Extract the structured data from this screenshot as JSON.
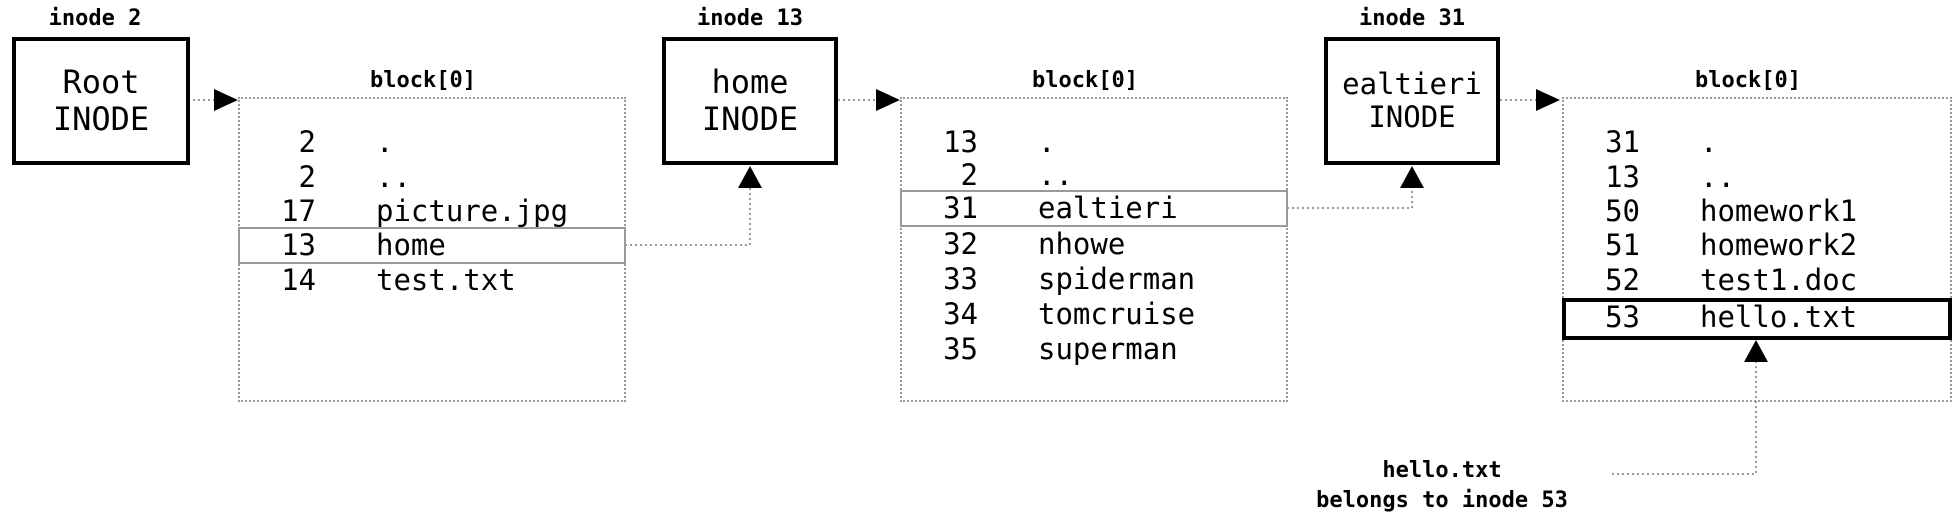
{
  "inodes": [
    {
      "label": "inode 2",
      "line1": "Root",
      "line2": "INODE"
    },
    {
      "label": "inode 13",
      "line1": "home",
      "line2": "INODE"
    },
    {
      "label": "inode 31",
      "line1": "ealtieri",
      "line2": "INODE"
    }
  ],
  "blocks": [
    {
      "label": "block[0]",
      "entries": [
        {
          "num": "2",
          "name": "."
        },
        {
          "num": "2",
          "name": ".."
        },
        {
          "num": "17",
          "name": "picture.jpg"
        },
        {
          "num": "13",
          "name": "home"
        },
        {
          "num": "14",
          "name": "test.txt"
        }
      ]
    },
    {
      "label": "block[0]",
      "entries": [
        {
          "num": "13",
          "name": "."
        },
        {
          "num": "2",
          "name": ".."
        },
        {
          "num": "31",
          "name": "ealtieri"
        },
        {
          "num": "32",
          "name": "nhowe"
        },
        {
          "num": "33",
          "name": "spiderman"
        },
        {
          "num": "34",
          "name": "tomcruise"
        },
        {
          "num": "35",
          "name": "superman"
        }
      ]
    },
    {
      "label": "block[0]",
      "entries": [
        {
          "num": "31",
          "name": "."
        },
        {
          "num": "13",
          "name": ".."
        },
        {
          "num": "50",
          "name": "homework1"
        },
        {
          "num": "51",
          "name": "homework2"
        },
        {
          "num": "52",
          "name": "test1.doc"
        },
        {
          "num": "53",
          "name": "hello.txt"
        }
      ]
    }
  ],
  "caption": {
    "line1": "hello.txt",
    "line2": "belongs to inode 53"
  },
  "colors": {
    "line": "#000000",
    "dotted": "#9a9a9a"
  }
}
